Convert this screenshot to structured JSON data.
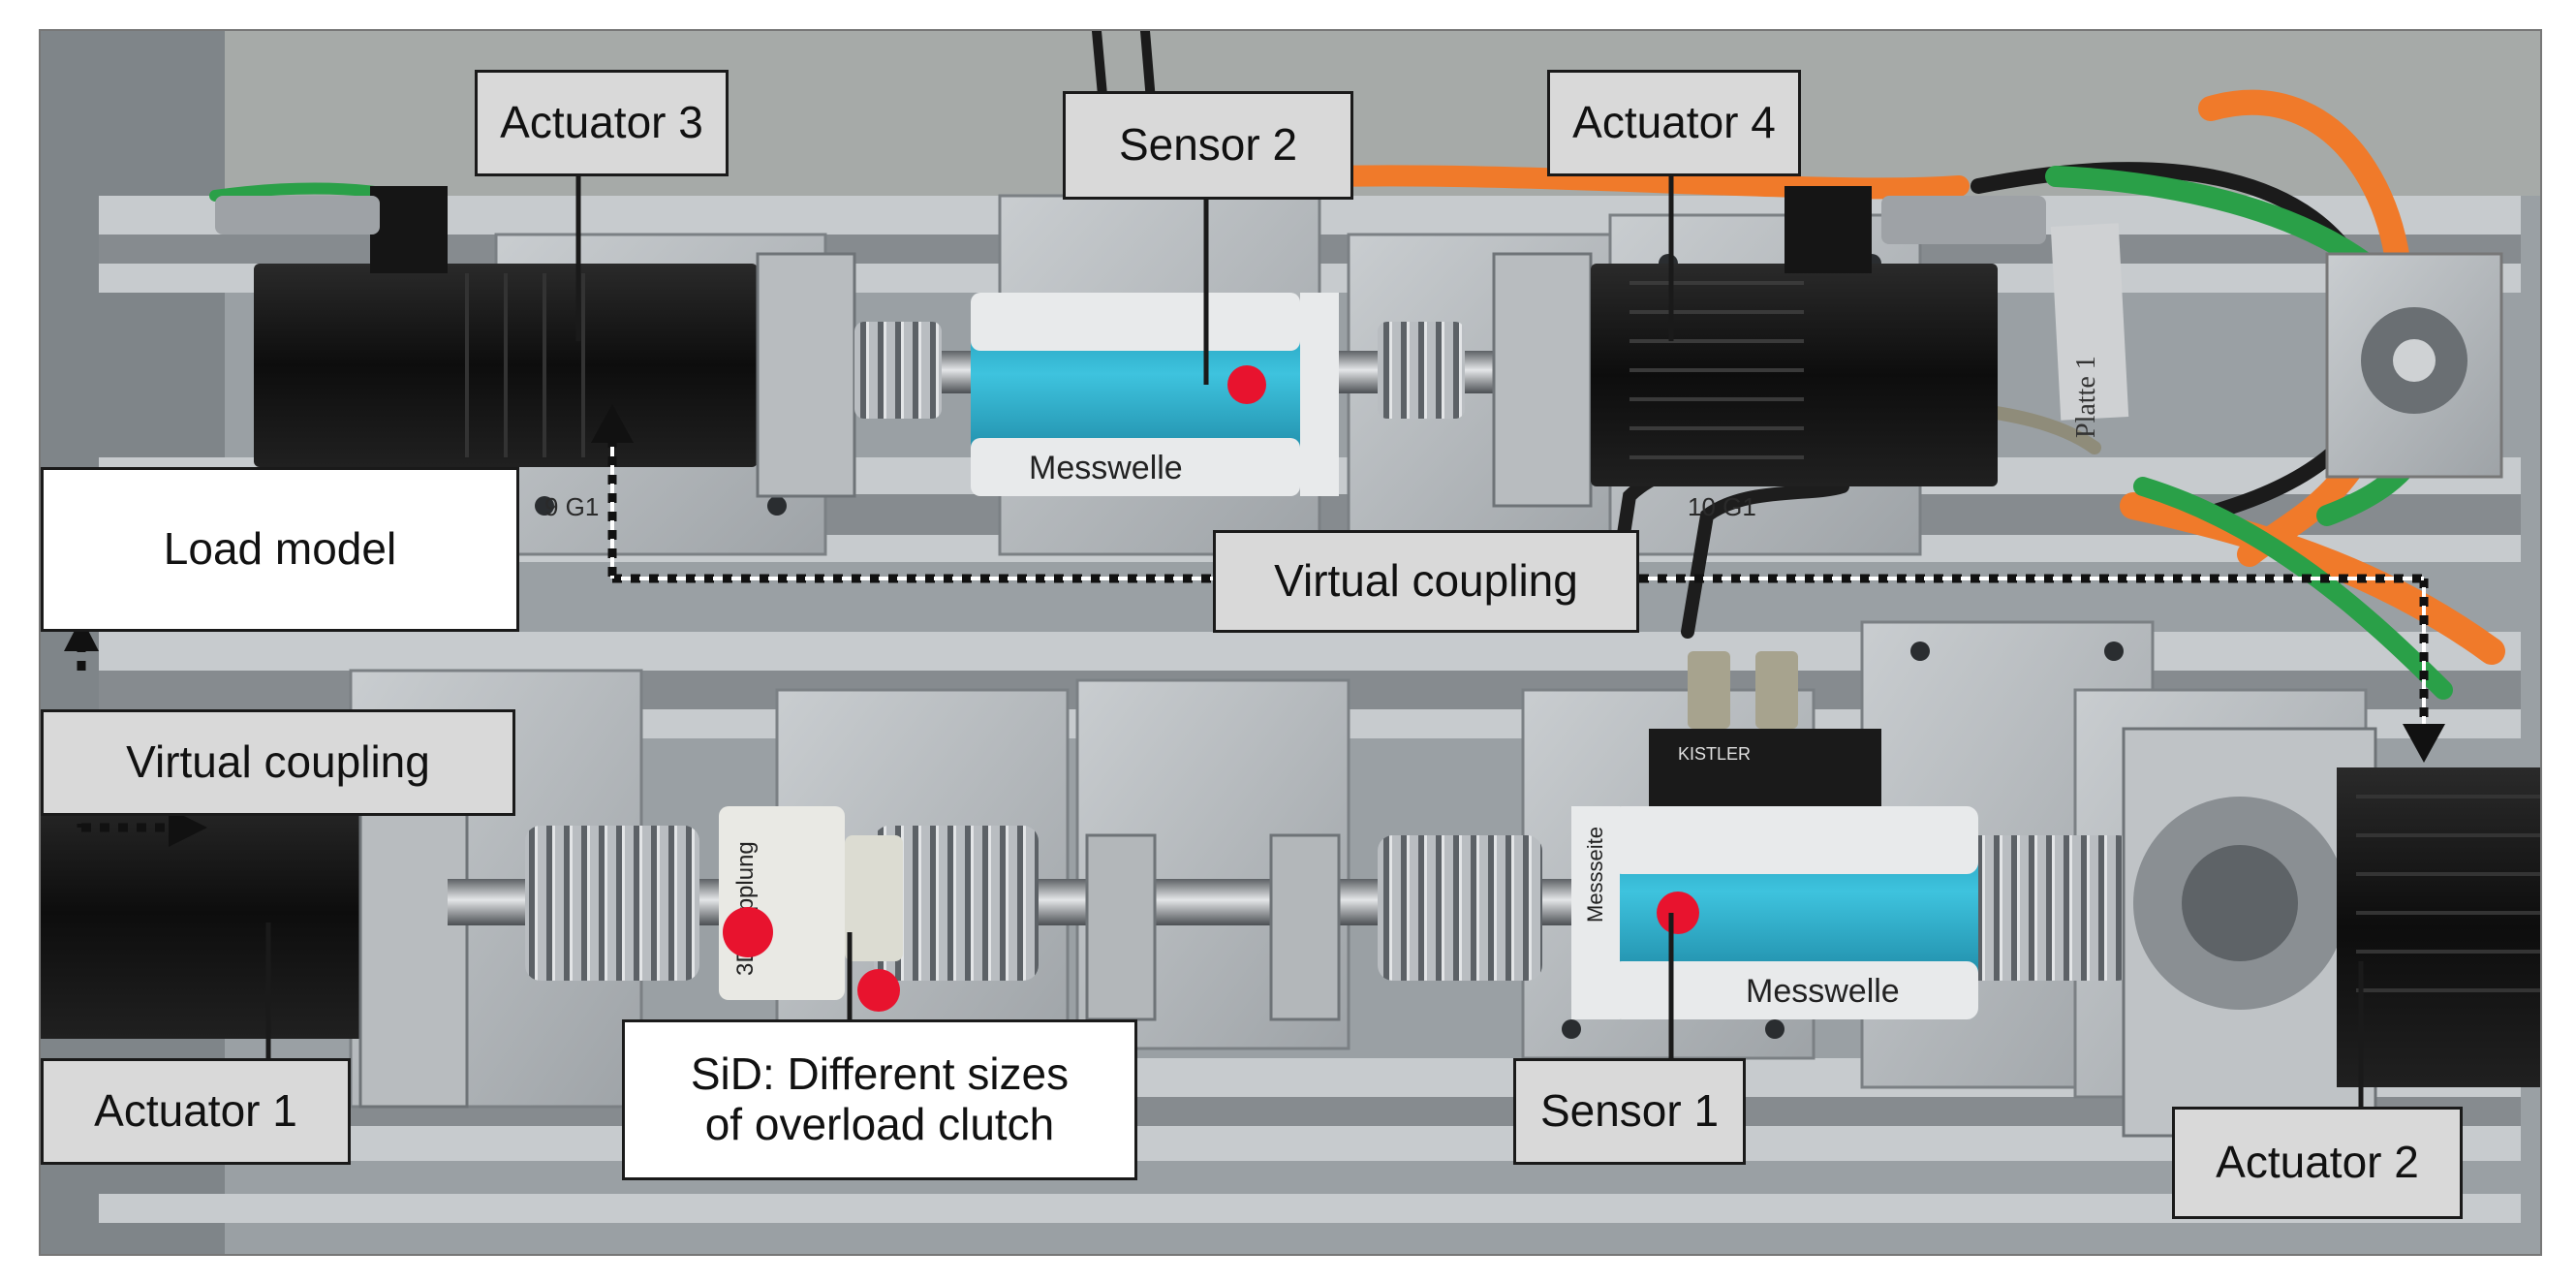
{
  "labels": {
    "actuator_3": "Actuator 3",
    "sensor_2": "Sensor 2",
    "actuator_4": "Actuator 4",
    "load_model": "Load model",
    "virtual_coupling_right": "Virtual coupling",
    "virtual_coupling_left": "Virtual coupling",
    "actuator_1": "Actuator 1",
    "sid_clutch": "SiD: Different sizes\nof overload clutch",
    "sensor_1": "Sensor 1",
    "actuator_2": "Actuator 2"
  },
  "photo_text": {
    "sensor_brand": "Messwelle",
    "sensor_side": "Messseite",
    "plate_note": "Platte 1",
    "bracket_left": "9 G1",
    "bracket_right": "10 G1",
    "clutch_tag": "3D Kupplung",
    "amp_brand": "KISTLER"
  },
  "colors": {
    "label_fill_grey": "#d9d9d9",
    "label_fill_white": "#ffffff",
    "sensor_body": "#2ea9c6",
    "motor_body": "#111111",
    "cable_orange": "#f07a2a",
    "cable_green": "#2aa048",
    "marker_red": "#e8132e"
  }
}
